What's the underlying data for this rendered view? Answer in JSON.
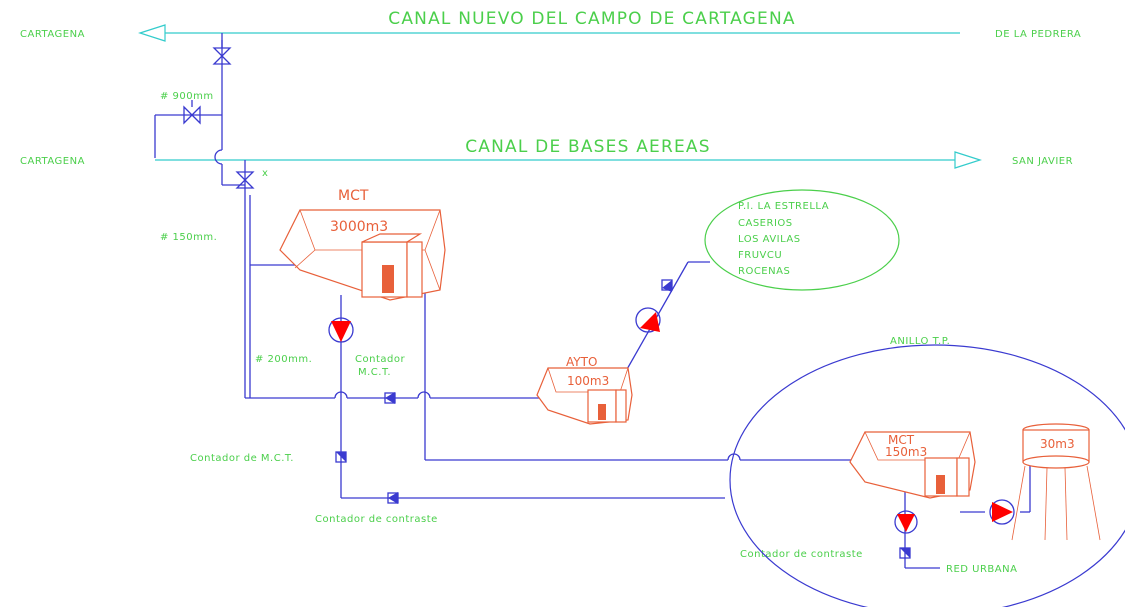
{
  "canals": {
    "top_title": "CANAL NUEVO DEL CAMPO DE CARTAGENA",
    "top_left": "CARTAGENA",
    "top_right": "DE LA PEDRERA",
    "mid_title": "CANAL DE BASES AEREAS",
    "mid_left": "CARTAGENA",
    "mid_right": "SAN JAVIER"
  },
  "pipes": {
    "d900": "# 900mm",
    "d150": "# 150mm.",
    "d200": "# 200mm.",
    "marker": "x"
  },
  "tanks": {
    "mct_main_name": "MCT",
    "mct_main_cap": "3000m3",
    "ayto_name": "AYTO",
    "ayto_cap": "100m3",
    "mct_small_name": "MCT",
    "mct_small_cap": "150m3",
    "water_tower_cap": "30m3"
  },
  "labels": {
    "contador_mct_1": "Contador",
    "contador_mct_2": "M.C.T.",
    "contador_de_mct": "Contador de M.C.T.",
    "contador_contraste_1": "Contador de contraste",
    "contador_contraste_2": "Contador de contraste",
    "red_urbana": "RED URBANA",
    "anillo": "ANILLO T.P."
  },
  "destination": {
    "lines": [
      "P.I. LA ESTRELLA",
      "CASERIOS",
      "LOS AVILAS",
      "FRUVCU",
      "ROCENAS"
    ]
  },
  "colors": {
    "pipe": "#3a3ad0",
    "canal": "#33cccc",
    "text": "#4bcf4b",
    "tank": "#e8603a",
    "pump": "#ff0000"
  }
}
